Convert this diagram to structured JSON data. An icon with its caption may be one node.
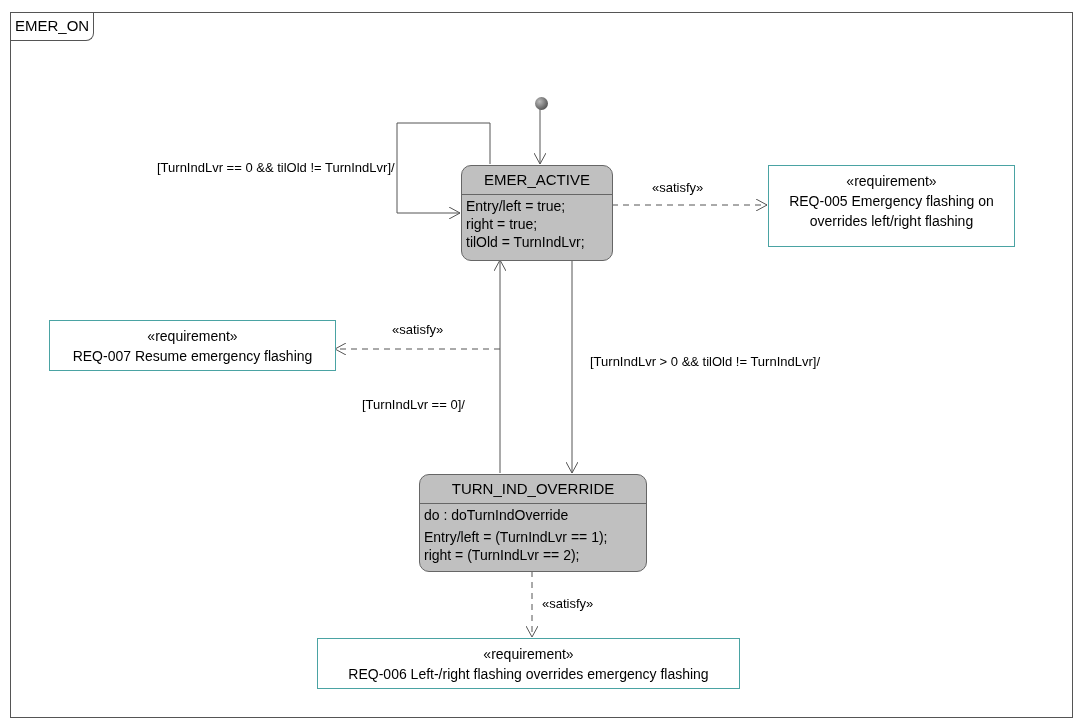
{
  "diagram": {
    "nodes": [
      {
        "text": [
          "EMER_ON"
        ]
      },
      {
        "text": [],
        "shape": "circle",
        "in": 0
      },
      {
        "text": [
          "EMER_ACTIVE",
          "Entry/left = true;",
          "right = true;",
          "tilOld = TurnIndLvr;"
        ],
        "in": 0
      },
      {
        "text": [
          "«requirement»",
          "REQ-005 Emergency flashing on overrides left/right flashing"
        ],
        "in": 0
      },
      {
        "text": [
          "«requirement»",
          "REQ-007 Resume emergency flashing"
        ],
        "in": 0
      },
      {
        "text": [
          "TURN_IND_OVERRIDE",
          "do : doTurnIndOverride",
          "Entry/left = (TurnIndLvr == 1);",
          "right = (TurnIndLvr == 2);"
        ],
        "in": 0
      },
      {
        "text": [
          "«requirement»",
          "REQ-006 Left-/right flashing overrides emergency flashing"
        ],
        "in": 0
      }
    ],
    "edges": [
      {
        "from": 1,
        "to": 2,
        "arrow": "to"
      },
      {
        "from": 2,
        "to": 2,
        "arrow": "to",
        "label": "[TurnIndLvr == 0 && tilOld != TurnIndLvr]/"
      },
      {
        "from": 2,
        "to": 3,
        "arrow": "to",
        "style": "dashed",
        "label": "«satisfy»"
      },
      {
        "from": 2,
        "to": 5,
        "arrow": "to",
        "label": "[TurnIndLvr > 0 && tilOld != TurnIndLvr]/"
      },
      {
        "from": 5,
        "to": 2,
        "arrow": "to",
        "label": "[TurnIndLvr == 0]/"
      },
      {
        "from": null,
        "to": 4,
        "arrow": "to",
        "style": "dashed",
        "label": "«satisfy»"
      },
      {
        "from": 5,
        "to": 6,
        "arrow": "to",
        "style": "dashed",
        "label": "«satisfy»"
      }
    ]
  }
}
